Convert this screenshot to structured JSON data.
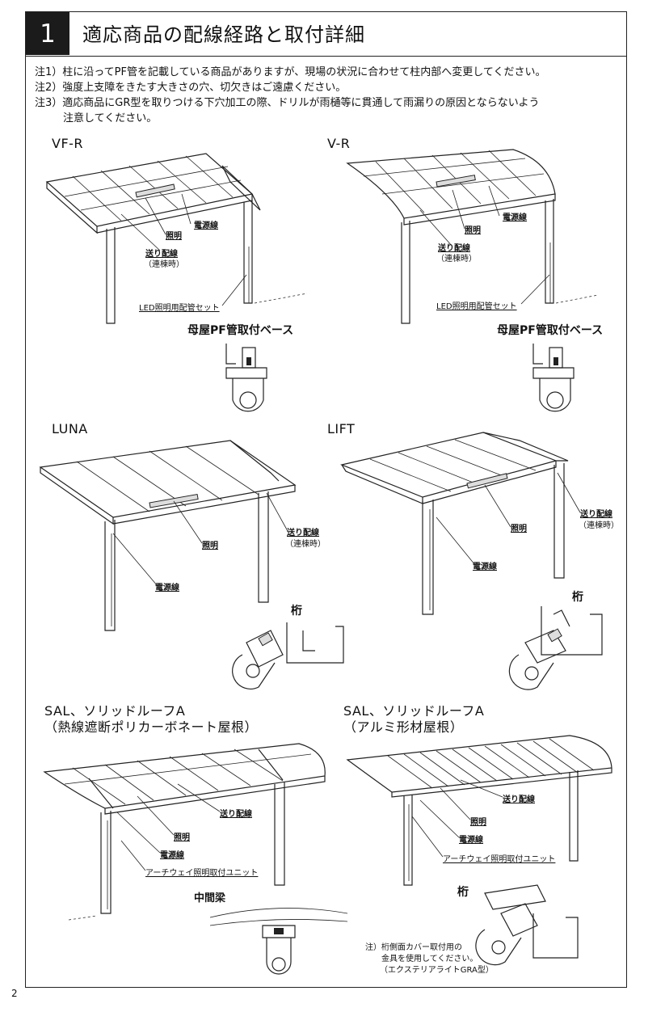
{
  "section": {
    "number": "1",
    "title": "適応商品の配線経路と取付詳細"
  },
  "notes": [
    "注1）柱に沿ってPF管を記載している商品がありますが、現場の状況に合わせて柱内部へ変更してください。",
    "注2）強度上支障をきたす大きさの穴、切欠きはご遠慮ください。",
    "注3）適応商品にGR型を取りつける下穴加工の際、ドリルが雨樋等に貫通して雨漏りの原因とならないよう",
    "注意してください。"
  ],
  "labels": {
    "shomei": "照明",
    "dengen": "電源線",
    "okuri": "送り配線",
    "renmune": "（連棟時）",
    "led_set": "LED照明用配管セット",
    "archway": "アーチウェイ照明取付ユニット",
    "keta": "桁",
    "nakama": "中間梁"
  },
  "products": {
    "vfr": {
      "name": "VF-R",
      "base": "母屋PF管取付ベース"
    },
    "vr": {
      "name": "V-R",
      "base": "母屋PF管取付ベース"
    },
    "luna": {
      "name": "LUNA"
    },
    "lift": {
      "name": "LIFT"
    },
    "sal1": {
      "name": "SAL、ソリッドルーフA",
      "sub": "（熱線遮断ポリカーボネート屋根）"
    },
    "sal2": {
      "name": "SAL、ソリッドルーフA",
      "sub": "（アルミ形材屋根）"
    }
  },
  "footnote": [
    "注）桁側面カバー取付用の",
    "金具を使用してください。",
    "（エクステリアライトGRA型）"
  ],
  "page_number": "2"
}
